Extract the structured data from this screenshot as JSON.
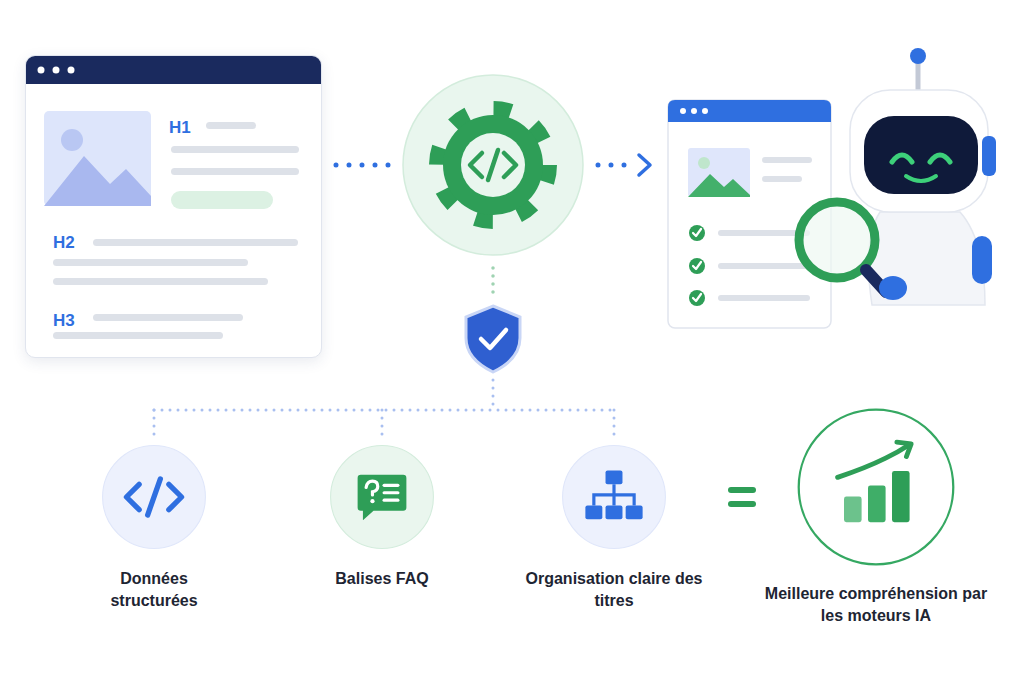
{
  "diagram": {
    "nodes": [
      {
        "text": [
          "H1",
          "H2",
          "H3"
        ]
      },
      {
        "text": [
          "Données structurées"
        ]
      },
      {
        "text": [
          "Balises FAQ"
        ]
      },
      {
        "text": [
          "Organisation claire des titres"
        ]
      },
      {
        "text": [
          "Meilleure compréhension par les moteurs IA"
        ]
      }
    ]
  }
}
